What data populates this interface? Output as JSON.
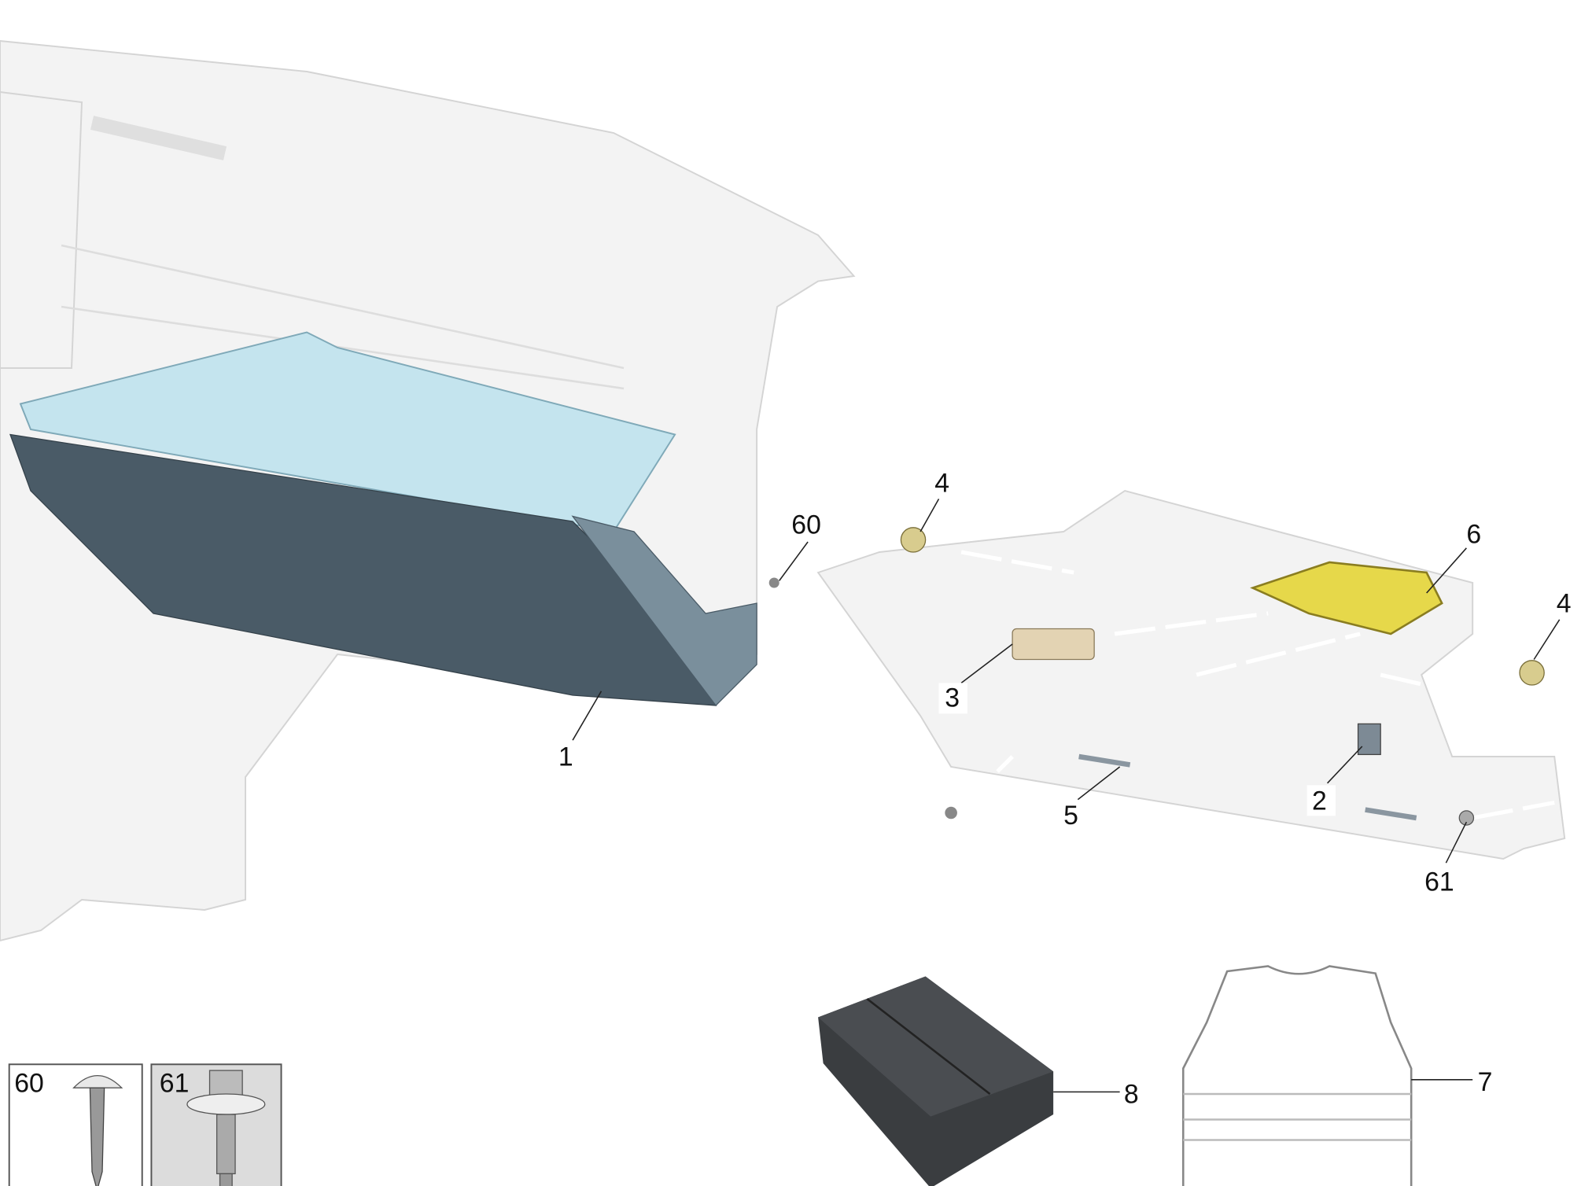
{
  "diagram": {
    "title": "Glove box assembly exploded view",
    "callouts": [
      {
        "id": "c1",
        "text": "1"
      },
      {
        "id": "c60",
        "text": "60"
      },
      {
        "id": "c4a",
        "text": "4"
      },
      {
        "id": "c6",
        "text": "6"
      },
      {
        "id": "c4b",
        "text": "4"
      },
      {
        "id": "c3",
        "text": "3"
      },
      {
        "id": "c2",
        "text": "2"
      },
      {
        "id": "c5",
        "text": "5"
      },
      {
        "id": "c61",
        "text": "61"
      },
      {
        "id": "c8",
        "text": "8"
      },
      {
        "id": "c7",
        "text": "7"
      }
    ],
    "insets": [
      {
        "text": "60",
        "part": "screw-icon"
      },
      {
        "text": "61",
        "part": "bolt-icon"
      }
    ],
    "colors": {
      "glovebox_lid": "#4a5b67",
      "glovebox_bin": "#bfe3ee",
      "bracket": "#e6d84a",
      "latch": "#e3d3b3",
      "first_aid_kit": "#3a3d40"
    }
  }
}
